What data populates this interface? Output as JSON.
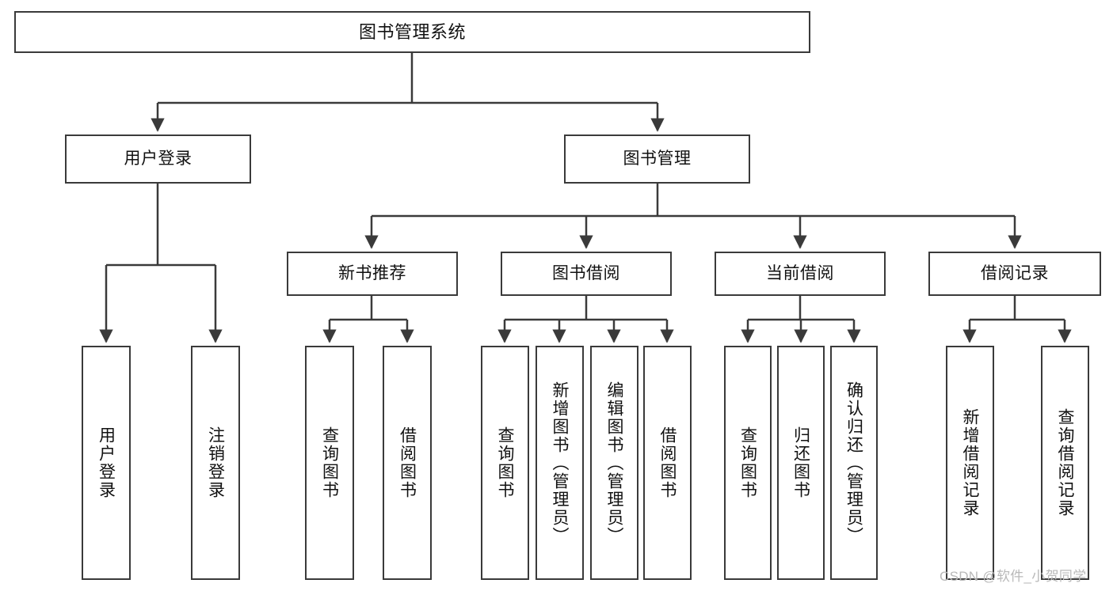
{
  "diagram": {
    "title": "图书管理系统",
    "watermark": "CSDN @软件_小贺同学",
    "line_color": "#3a3a3a",
    "box_fill": "#ffffff",
    "text_color": "#111111",
    "watermark_color": "#b9b9b9"
  },
  "nodes": {
    "root": {
      "label": "图书管理系统"
    },
    "level2": [
      {
        "label": "用户登录"
      },
      {
        "label": "图书管理"
      }
    ],
    "level3": [
      {
        "label": "新书推荐"
      },
      {
        "label": "图书借阅"
      },
      {
        "label": "当前借阅"
      },
      {
        "label": "借阅记录"
      }
    ],
    "leaves_user_login": [
      {
        "label": "用户登录"
      },
      {
        "label": "注销登录"
      }
    ],
    "leaves_new_book": [
      {
        "label": "查询图书"
      },
      {
        "label": "借阅图书"
      }
    ],
    "leaves_borrow": [
      {
        "label": "查询图书"
      },
      {
        "label": "新增图书（管理员）"
      },
      {
        "label": "编辑图书（管理员）"
      },
      {
        "label": "借阅图书"
      }
    ],
    "leaves_current": [
      {
        "label": "查询图书"
      },
      {
        "label": "归还图书"
      },
      {
        "label": "确认归还（管理员）"
      }
    ],
    "leaves_records": [
      {
        "label": "新增借阅记录"
      },
      {
        "label": "查询借阅记录"
      }
    ]
  }
}
